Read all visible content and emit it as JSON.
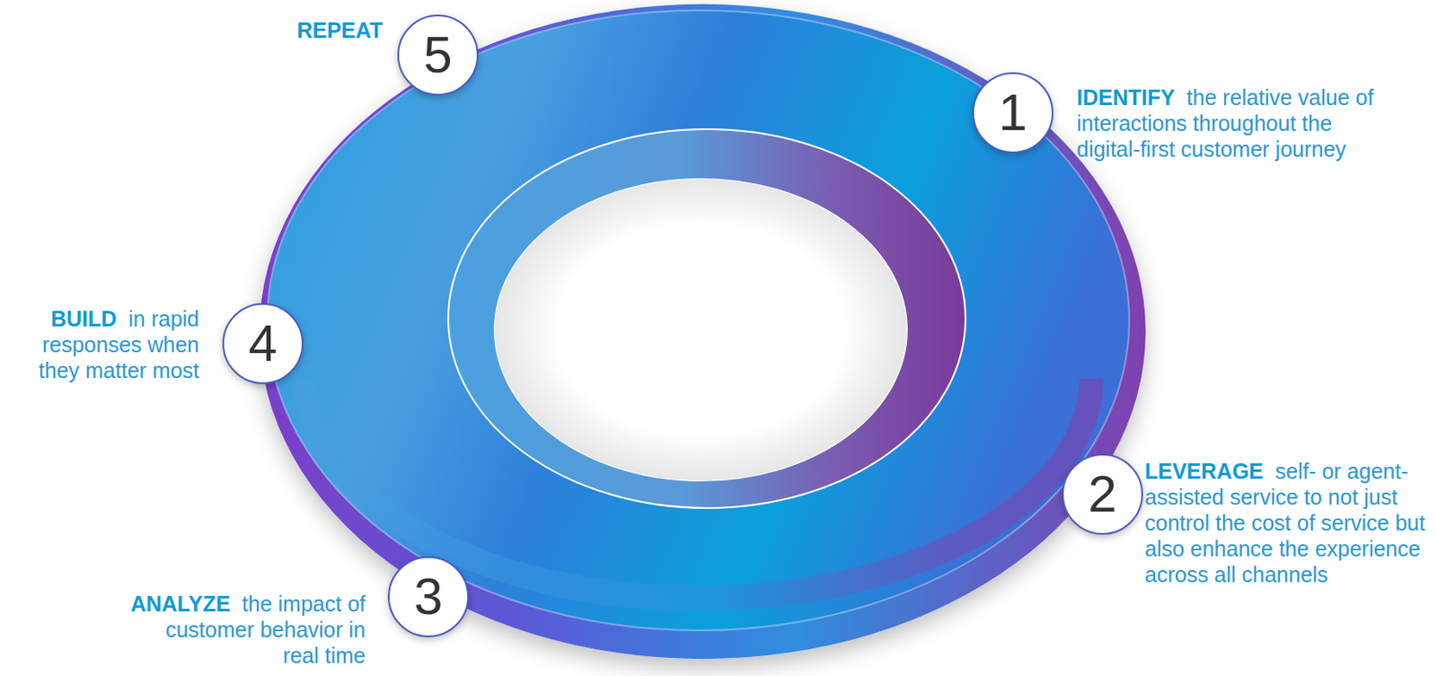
{
  "diagram": {
    "nodes": [
      {
        "text": [
          "1",
          "IDENTIFY",
          "the relative value of interactions throughout the digital-first customer journey"
        ]
      },
      {
        "text": [
          "2",
          "LEVERAGE",
          "self- or agent-assisted service to not just control the cost of service but also enhance the experience across all channels"
        ]
      },
      {
        "text": [
          "3",
          "ANALYZE",
          "the impact of customer behavior in real time"
        ]
      },
      {
        "text": [
          "4",
          "BUILD",
          "in rapid responses when they matter most"
        ]
      },
      {
        "text": [
          "5",
          "REPEAT"
        ]
      }
    ]
  }
}
